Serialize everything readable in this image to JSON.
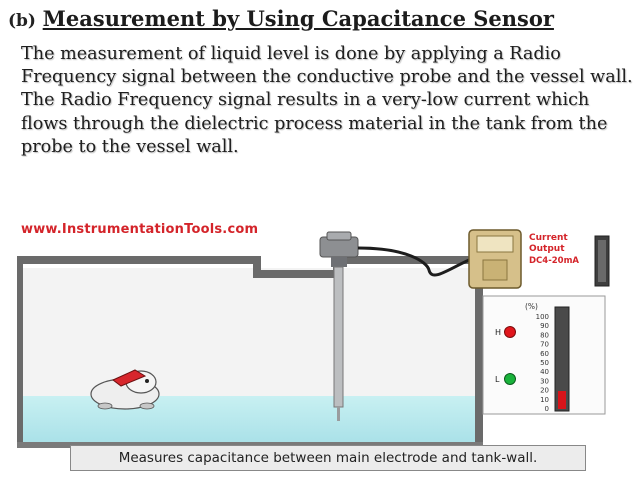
{
  "slide": {
    "title_prefix": "(b)",
    "title": "Measurement by Using Capacitance Sensor",
    "paragraph": "The measurement of liquid level is done by applying a Radio Frequency signal between the conductive probe and the vessel wall. The Radio Frequency signal results in a very-low current which flows through the dielectric process material in the tank from the probe to the vessel wall."
  },
  "figure": {
    "watermark": "www.InstrumentationTools.com",
    "output_label_1": "Current",
    "output_label_2": "Output",
    "output_label_3": "DC4-20mA",
    "scale_unit": "(%)",
    "scale_ticks": [
      "100",
      "90",
      "80",
      "70",
      "60",
      "50",
      "40",
      "30",
      "20",
      "10",
      "0"
    ],
    "high_label": "H",
    "low_label": "L",
    "caption": "Measures capacitance between main electrode and tank-wall.",
    "colors": {
      "liquid": "#bfe9ee",
      "high_lamp": "#e0161c",
      "low_lamp": "#19b23b",
      "watermark": "#d4242a"
    }
  }
}
